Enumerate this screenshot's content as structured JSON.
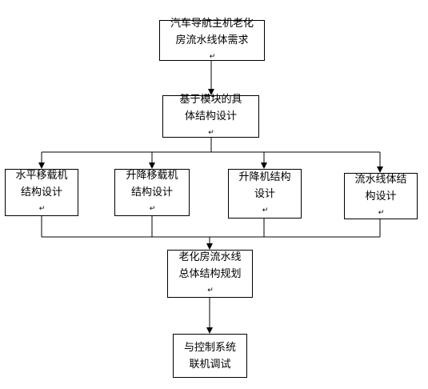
{
  "nodes": {
    "top": {
      "line1": "汽车导航主机老化",
      "line2": "房流水线体需求"
    },
    "modular": {
      "line1": "基于模块的具",
      "line2": "体结构设计"
    },
    "b1": {
      "line1": "水平移载机",
      "line2": "结构设计"
    },
    "b2": {
      "line1": "升降移载机",
      "line2": "结构设计"
    },
    "b3": {
      "line1": "升降机结构",
      "line2": "设计"
    },
    "b4": {
      "line1": "流水线体结",
      "line2": "构设计"
    },
    "overall": {
      "line1": "老化房流水线",
      "line2": "总体结构规划"
    },
    "control": {
      "line1": "与控制系统",
      "line2": "联机调试"
    }
  },
  "paragraph_mark": "↵"
}
